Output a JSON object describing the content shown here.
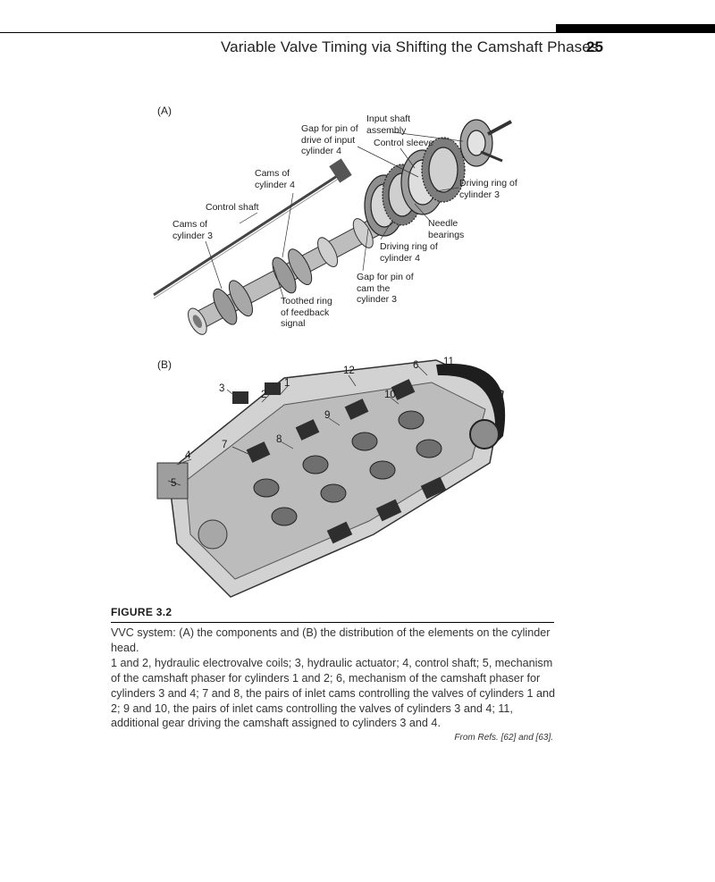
{
  "header": {
    "running_head": "Variable Valve Timing via Shifting the Camshaft Phases",
    "page_number": "25"
  },
  "figure_a": {
    "panel_label": "(A)",
    "labels": {
      "gap_pin_cyl4": "Gap for pin of\ndrive of input\ncylinder 4",
      "input_shaft": "Input shaft\nassembly",
      "control_sleeve": "Control sleeve",
      "cams_cyl4": "Cams of\ncylinder 4",
      "driving_ring_cyl3": "Driving ring of\ncylinder 3",
      "control_shaft": "Control shaft",
      "cams_cyl3": "Cams of\ncylinder 3",
      "needle_bearings": "Needle\nbearings",
      "driving_ring_cyl4": "Driving ring of\ncylinder 4",
      "gap_pin_cyl3": "Gap for pin of\ncam the\ncylinder 3",
      "toothed_ring": "Toothed ring\nof feedback\nsignal"
    }
  },
  "figure_b": {
    "panel_label": "(B)",
    "numbers": [
      "1",
      "2",
      "3",
      "4",
      "5",
      "6",
      "7",
      "8",
      "9",
      "10",
      "11",
      "12"
    ]
  },
  "caption": {
    "figure_number": "FIGURE 3.2",
    "title_text": "VVC system: (A) the components and (B) the distribution of the elements on the cylinder head.",
    "legend_text": "1 and 2, hydraulic electrovalve coils; 3, hydraulic actuator; 4, control shaft; 5, mechanism of the camshaft phaser for cylinders 1 and 2; 6, mechanism of the camshaft phaser for cylinders 3 and 4; 7 and 8, the pairs of inlet cams controlling the valves of cylinders 1 and 2; 9 and 10, the pairs of inlet cams controlling the valves of cylinders 3 and 4; 11, additional gear driving the camshaft assigned to cylinders 3 and 4.",
    "source": "From Refs. [62] and [63]."
  }
}
